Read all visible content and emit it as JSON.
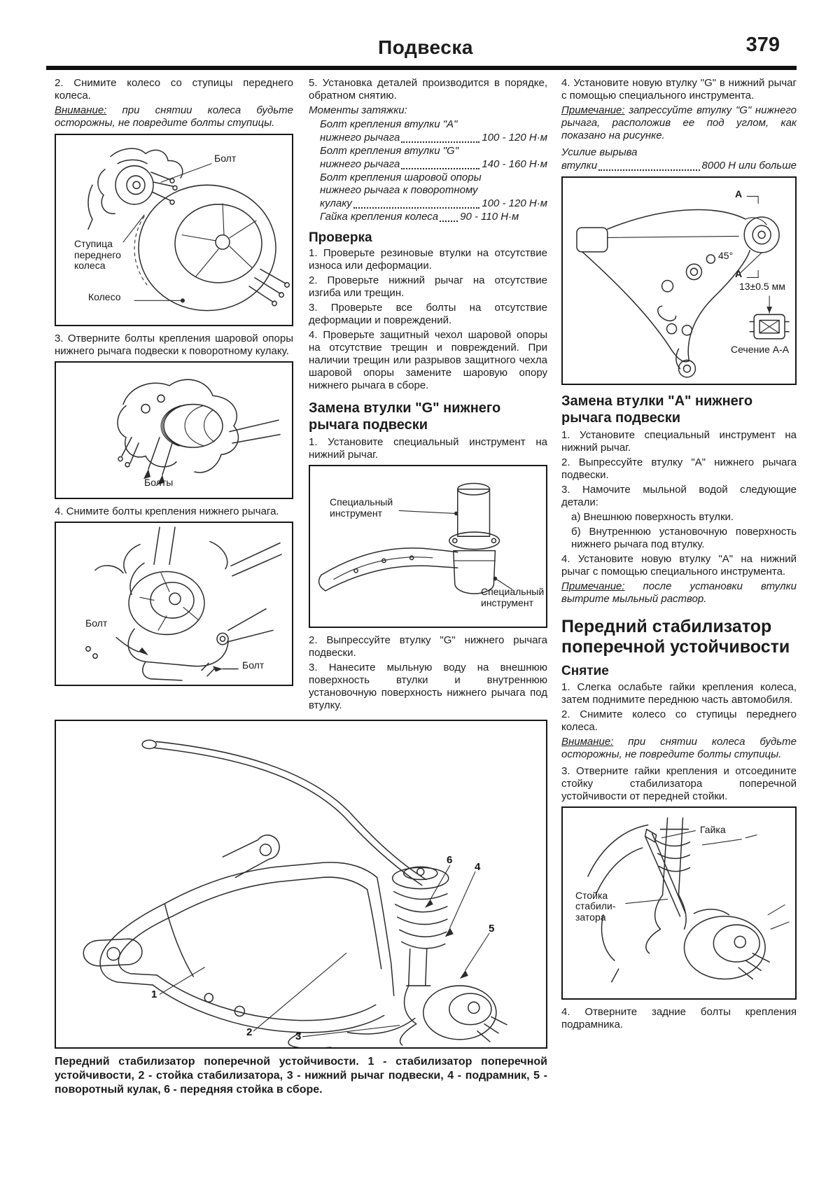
{
  "page": {
    "title": "Подвеска",
    "number": "379"
  },
  "left": {
    "step2": "2. Снимите колесо со ступицы переднего колеса.",
    "warning_label": "Внимание:",
    "warning_text": " при снятии колеса будьте осторожны, не повредите болты ступицы.",
    "fig_wheel": {
      "bolt": "Болт",
      "hub1": "Ступица",
      "hub2": "переднего",
      "hub3": "колеса",
      "wheel": "Колесо"
    },
    "step3": "3. Отверните болты крепления шаровой опоры нижнего рычага подвески к поворотному кулаку.",
    "fig_balljoint": {
      "bolts": "Болты"
    },
    "step4": "4. Снимите болты крепления нижнего рычага.",
    "fig_lowerarm": {
      "bolt1": "Болт",
      "bolt2": "Болт"
    }
  },
  "middle": {
    "step5": "5. Установка деталей производится в порядке, обратном снятию.",
    "torque_title": "Моменты затяжки:",
    "torques": [
      {
        "lines": [
          "Болт крепления втулки \"А\""
        ],
        "last": "нижнего рычага",
        "value": "100 - 120 Н·м"
      },
      {
        "lines": [
          "Болт крепления втулки \"G\""
        ],
        "last": "нижнего рычага",
        "value": "140 - 160 Н·м"
      },
      {
        "lines": [
          "Болт крепления шаровой опоры",
          "нижнего рычага к поворотному"
        ],
        "last": "кулаку",
        "value": "100 - 120 Н·м"
      },
      {
        "lines": [],
        "last": "Гайка крепления колеса",
        "value": "90 - 110 Н·м"
      }
    ],
    "check_heading": "Проверка",
    "check1": "1. Проверьте резиновые втулки на отсутствие износа или деформации.",
    "check2": "2. Проверьте нижний рычаг на отсутствие изгиба или трещин.",
    "check3": "3. Проверьте все болты на отсутствие деформации и повреждений.",
    "check4": "4. Проверьте защитный чехол шаровой опоры на отсутствие трещин и повреждений. При наличии трещин или разрывов защитного чехла шаровой опоры замените шаровую опору нижнего рычага в сборе.",
    "bushg_heading": "Замена втулки \"G\" нижнего рычага подвески",
    "bushg_step1": "1. Установите специальный инструмент на нижний рычаг.",
    "fig_tool": {
      "left1": "Специальный",
      "left2": "инструмент",
      "right1": "Специальный",
      "right2": "инструмент"
    },
    "bushg_step2": "2. Выпрессуйте втулку \"G\" нижнего рычага подвески.",
    "bushg_step3": "3. Нанесите мыльную воду на внешнюю поверхность втулки и внутреннюю установочную поверхность нижнего рычага под втулку."
  },
  "right": {
    "step4g": "4. Установите новую втулку \"G\" в нижний рычаг с помощью специального инструмента.",
    "noteg_label": "Примечание:",
    "noteg_text": " запрессуйте втулку \"G\" нижнего рычага, расположив ее под углом, как показано на рисунке.",
    "force_line1": "Усилие вырыва",
    "force_last": "втулки",
    "force_value": "8000 Н или больше",
    "fig_arm": {
      "a1": "А",
      "a2": "А",
      "angle": "45°",
      "dim": "13±0.5 мм",
      "section": "Сечение А-А"
    },
    "busha_heading": "Замена втулки \"А\" нижнего рычага подвески",
    "busha_step1": "1. Установите специальный инструмент на нижний рычаг.",
    "busha_step2": "2. Выпрессуйте втулку \"А\" нижнего рычага подвески.",
    "busha_step3": "3. Намочите мыльной водой следующие детали:",
    "busha_step3a": "а) Внешнюю поверхность втулки.",
    "busha_step3b": "б) Внутреннюю установочную поверхность нижнего рычага под втулку.",
    "busha_step4": "4. Установите новую втулку \"А\" на нижний рычаг с помощью специального инструмента.",
    "notea_label": "Примечание:",
    "notea_text": " после установки втулки вытрите мыльный раствор.",
    "stab_heading": "Передний стабилизатор поперечной устойчивости",
    "removal_heading": "Снятие",
    "rem1": "1. Слегка ослабьте гайки крепления колеса, затем поднимите переднюю часть автомобиля.",
    "rem2": "2. Снимите колесо со ступицы переднего колеса.",
    "warning_label": "Внимание:",
    "warning_text": " при снятии колеса будьте осторожны, не повредите болты ступицы.",
    "rem3": "3. Отверните гайки крепления и отсоедините стойку стабилизатора поперечной устойчивости от передней стойки.",
    "fig_strut": {
      "nut": "Гайка",
      "link1": "Стойка",
      "link2": "стабили-",
      "link3": "затора"
    },
    "rem4": "4. Отверните задние болты крепления подрамника."
  },
  "bottom": {
    "caption": "Передний стабилизатор поперечной устойчивости. 1 - стабилизатор поперечной устойчивости, 2 - стойка стабилизатора, 3 - нижний рычаг подвески, 4 - подрамник, 5 - поворотный кулак, 6 - передняя стойка в сборе.",
    "callouts": {
      "n1": "1",
      "n2": "2",
      "n3": "3",
      "n4": "4",
      "n5": "5",
      "n6": "6"
    }
  }
}
